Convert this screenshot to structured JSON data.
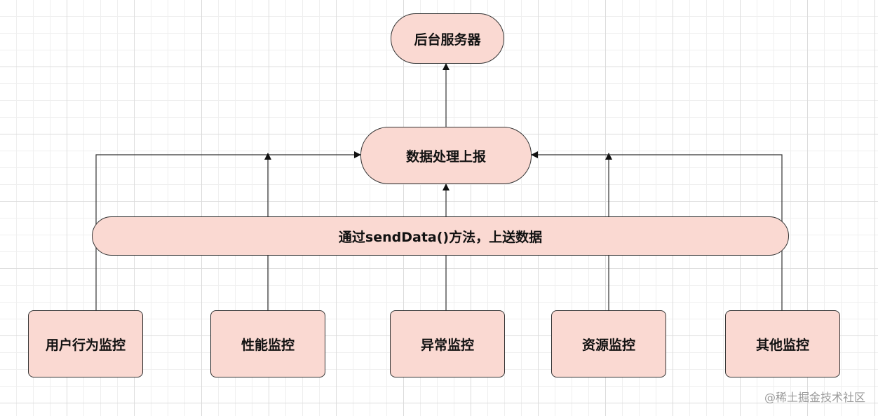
{
  "diagram": {
    "nodes": {
      "server": "后台服务器",
      "processor": "数据处理上报",
      "bus": "通过sendData()方法，上送数据",
      "user_behavior": "用户行为监控",
      "performance": "性能监控",
      "exception": "异常监控",
      "resource": "资源监控",
      "other": "其他监控"
    },
    "colors": {
      "node_fill": "#fad9d2",
      "stroke": "#333333"
    }
  },
  "watermark": "@稀土掘金技术社区"
}
